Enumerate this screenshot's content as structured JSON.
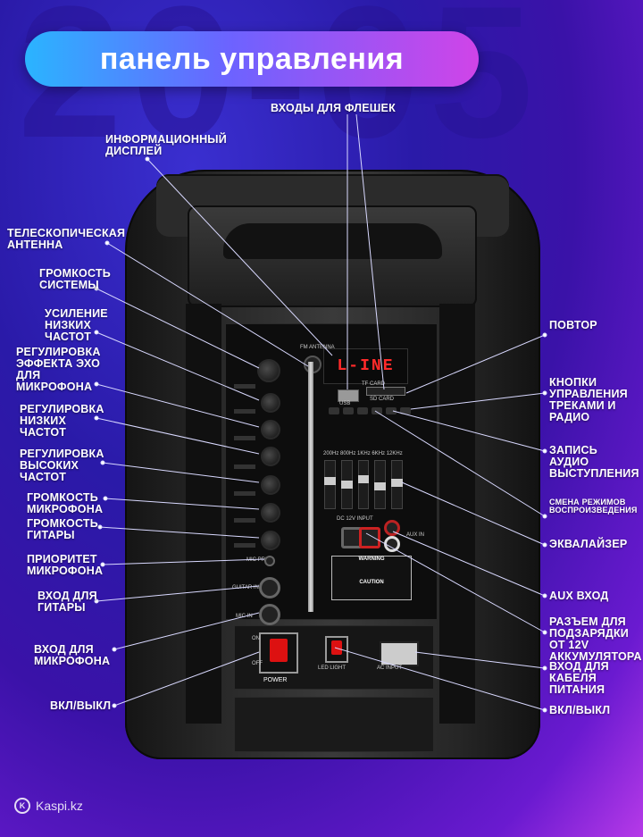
{
  "background_text": "20-05",
  "title": "панель управления",
  "display_text": "L-INE",
  "labels_left": [
    {
      "key": "info_display",
      "text": "ИНФОРМАЦИОННЫЙ ДИСПЛЕЙ"
    },
    {
      "key": "antenna",
      "text": "ТЕЛЕСКОПИЧЕСКАЯ АНТЕННА"
    },
    {
      "key": "system_volume",
      "text": "ГРОМКОСТЬ СИСТЕМЫ"
    },
    {
      "key": "bass_boost",
      "text": "УСИЛЕНИЕ НИЗКИХ ЧАСТОТ"
    },
    {
      "key": "echo",
      "text": "РЕГУЛИРОВКА ЭФФЕКТА ЭХО ДЛЯ МИКРОФОНА"
    },
    {
      "key": "low_freq",
      "text": "РЕГУЛИРОВКА НИЗКИХ ЧАСТОТ"
    },
    {
      "key": "high_freq",
      "text": "РЕГУЛИРОВКА ВЫСОКИХ ЧАСТОТ"
    },
    {
      "key": "mic_volume",
      "text": "ГРОМКОСТЬ МИКРОФОНА"
    },
    {
      "key": "guitar_volume",
      "text": "ГРОМКОСТЬ ГИТАРЫ"
    },
    {
      "key": "mic_priority",
      "text": "ПРИОРИТЕТ МИКРОФОНА"
    },
    {
      "key": "guitar_input",
      "text": "ВХОД ДЛЯ ГИТАРЫ"
    },
    {
      "key": "mic_input",
      "text": "ВХОД ДЛЯ МИКРОФОНА"
    },
    {
      "key": "power_left",
      "text": "ВКЛ/ВЫКЛ"
    }
  ],
  "labels_right": [
    {
      "key": "usb_inputs",
      "text": "ВХОДЫ ДЛЯ ФЛЕШЕК"
    },
    {
      "key": "repeat",
      "text": "ПОВТОР"
    },
    {
      "key": "track_buttons",
      "text": "КНОПКИ УПРАВЛЕНИЯ ТРЕКАМИ И РАДИО"
    },
    {
      "key": "record",
      "text": "ЗАПИСЬ АУДИО ВЫСТУПЛЕНИЯ"
    },
    {
      "key": "mode",
      "text": "СМЕНА РЕЖИМОВ ВОСПРОИЗВЕДЕНИЯ"
    },
    {
      "key": "equalizer",
      "text": "ЭКВАЛАЙЗЕР"
    },
    {
      "key": "aux",
      "text": "AUX ВХОД"
    },
    {
      "key": "charging",
      "text": "РАЗЪЕМ ДЛЯ ПОДЗАРЯДКИ ОТ 12V АККУМУЛЯТОРА"
    },
    {
      "key": "power_cable",
      "text": "ВХОД ДЛЯ КАБЕЛЯ ПИТАНИЯ"
    },
    {
      "key": "power_right",
      "text": "ВКЛ/ВЫКЛ"
    }
  ],
  "panel_text": {
    "antenna": "FM ANTENNA",
    "tf_card": "TF CARD",
    "usb": "USB",
    "sd_card": "SD CARD",
    "eq_bands": "200Hz 800Hz 1KHz 6KHz 12KHz",
    "dc_input": "DC 12V INPUT",
    "aux_in": "AUX IN",
    "warning": "WARNING",
    "caution": "CAUTION",
    "power": "POWER",
    "on": "ON",
    "off": "OFF",
    "led_light": "LED LIGHT",
    "ac_input": "AC INPUT",
    "guitar_in": "GUITAR IN",
    "mic_in": "MIC IN",
    "mic_pri": "MIC PRI"
  },
  "watermark": "Kaspi.kz",
  "colors": {
    "accent_pill_start": "#2ab4ff",
    "accent_pill_end": "#d044e8",
    "display": "#ff2a2a"
  }
}
